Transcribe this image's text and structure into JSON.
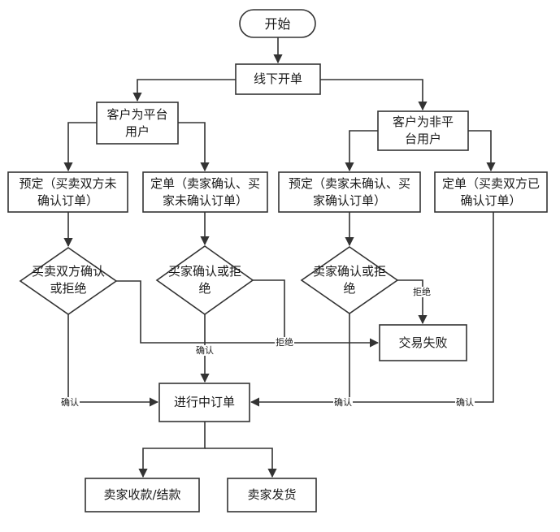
{
  "nodes": {
    "start": "开始",
    "offline_order": "线下开单",
    "platform_user": "客户为平台用户",
    "non_platform_user": "客户为非平台用户",
    "prebook_both_unconfirmed": "预定（买卖双方未确认订单）",
    "order_seller_confirmed": "定单（卖家确认、买家未确认订单）",
    "prebook_buyer_confirmed": "预定（卖家未确认、买家确认订单）",
    "order_both_confirmed": "定单（买卖双方已确认订单）",
    "decision_both": "买卖双方确认或拒绝",
    "decision_buyer": "买家确认或拒绝",
    "decision_seller": "卖家确认或拒绝",
    "deal_failed": "交易失败",
    "order_in_progress": "进行中订单",
    "seller_payment": "卖家收款/结款",
    "seller_ship": "卖家发货"
  },
  "edge_labels": {
    "confirm": "确认",
    "reject": "拒绝"
  }
}
